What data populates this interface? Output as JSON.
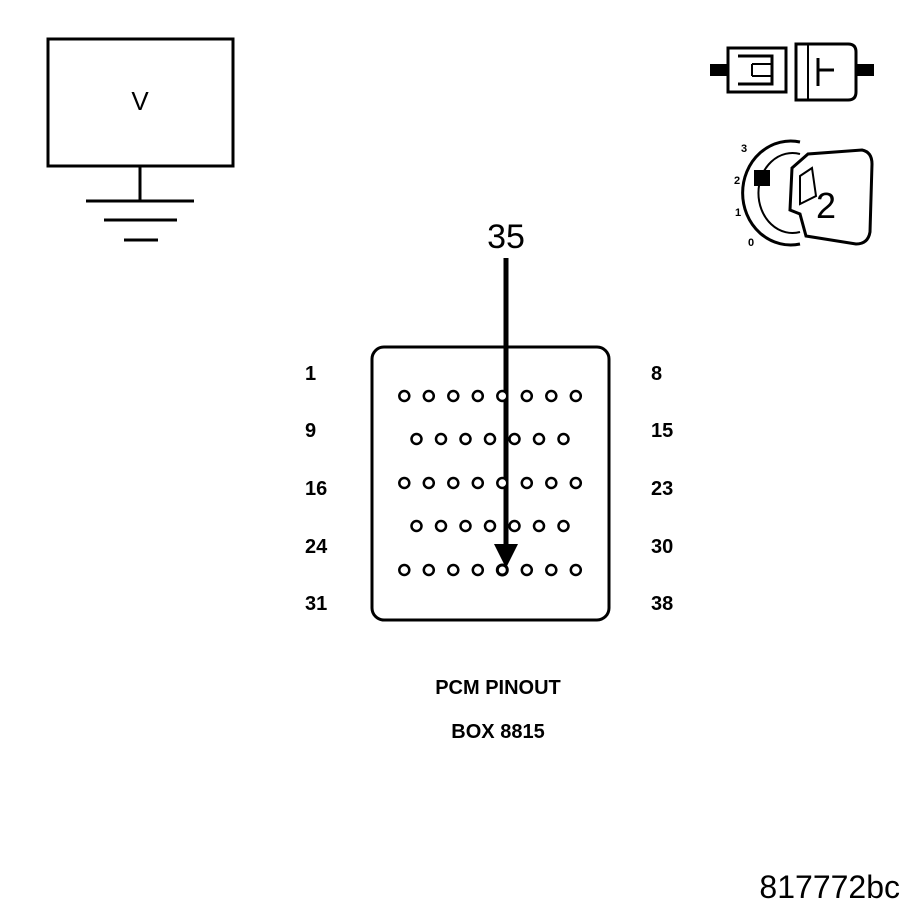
{
  "meter": {
    "label": "V"
  },
  "ignition": {
    "positions": [
      "3",
      "2",
      "1",
      "0"
    ],
    "key_position": "2"
  },
  "connector": {
    "pointer_pin": "35",
    "row_labels_left": [
      "1",
      "9",
      "16",
      "24",
      "31"
    ],
    "row_labels_right": [
      "8",
      "15",
      "23",
      "30",
      "38"
    ],
    "rows": [
      {
        "first_pin": 1,
        "last_pin": 8
      },
      {
        "first_pin": 9,
        "last_pin": 15
      },
      {
        "first_pin": 16,
        "last_pin": 23
      },
      {
        "first_pin": 24,
        "last_pin": 30
      },
      {
        "first_pin": 31,
        "last_pin": 38
      }
    ]
  },
  "caption": {
    "line1": "PCM PINOUT",
    "line2": "BOX 8815"
  },
  "reference": "817772bc"
}
